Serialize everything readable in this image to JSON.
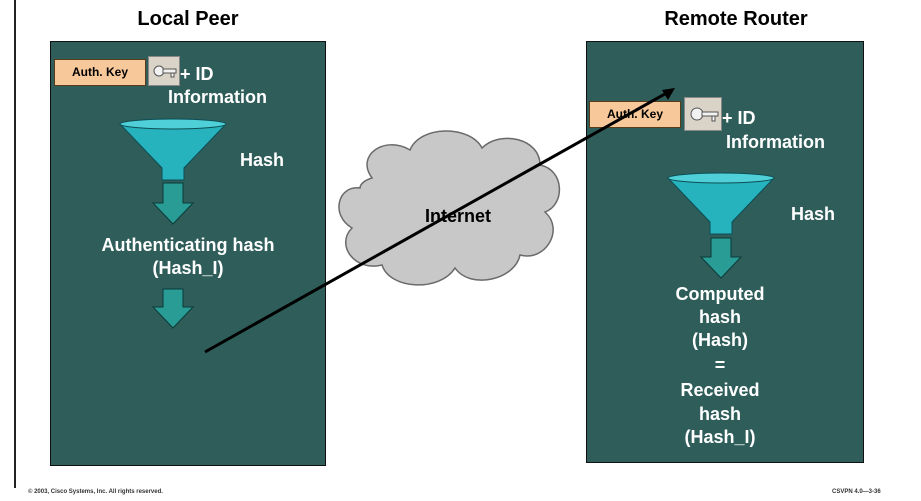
{
  "local": {
    "title": "Local Peer",
    "key_label": "Auth. Key",
    "id_line1": "+ ID",
    "id_line2": "Information",
    "hash_label": "Hash",
    "auth_hash_line1": "Authenticating hash",
    "auth_hash_line2": "(Hash_I)"
  },
  "remote": {
    "title": "Remote Router",
    "key_label": "Auth. Key",
    "id_line1": "+ ID",
    "id_line2": "Information",
    "hash_label": "Hash",
    "result_lines": [
      "Computed",
      "hash",
      "(Hash)",
      "=",
      "Received",
      "hash",
      "(Hash_I)"
    ]
  },
  "cloud_label": "Internet",
  "footer": {
    "copyright": "© 2003, Cisco Systems, Inc. All rights reserved.",
    "course_id": "CSVPN 4.0—3-36"
  },
  "colors": {
    "panel": "#2e5d5a",
    "funnel": "#27b3bd",
    "arrow": "#2a9c96",
    "key_box": "#f6c89a",
    "cloud": "#c8c8c8"
  }
}
